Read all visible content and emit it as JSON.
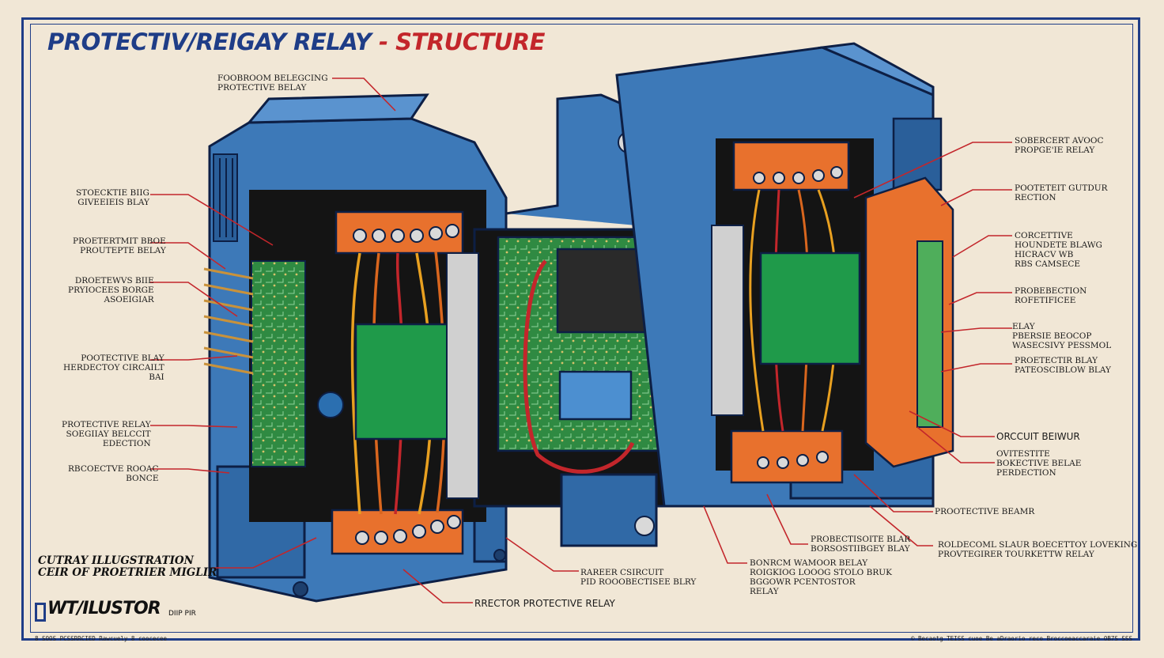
{
  "title": {
    "main": "PROTECTIV/REIGAY RELAY",
    "sep": " - ",
    "sub": "STRUCTURE"
  },
  "labels_left": [
    {
      "id": "l1",
      "text": "FOOBROOM BELEGCING\nPROTECTIVE BELAY"
    },
    {
      "id": "l2",
      "text": "STOECKTIE BIIG\nGIVEEIEIS BLAY"
    },
    {
      "id": "l3",
      "text": "PROETERTMIT BBOE\nPROUTEPTE BELAY"
    },
    {
      "id": "l4",
      "text": "DROETEWVS BIIE\nPRYIOCEES BORGE\nASOEIGIAR"
    },
    {
      "id": "l5",
      "text": "POOTECTIVE BLAY\nHERDECTOY CIRCAILT\nBAI"
    },
    {
      "id": "l6",
      "text": "PROTECTIVE RELAY\nSOEGIIAY BELCCIT\nEDECTION"
    },
    {
      "id": "l7",
      "text": "RBCOECTVE ROOAC\nBONCE"
    }
  ],
  "labels_right": [
    {
      "id": "r1",
      "text": "SOBERCERT AVOOC\nPROPGE'IE RELAY"
    },
    {
      "id": "r2",
      "text": "POOTETEIT GUTDUR\nRECTION"
    },
    {
      "id": "r3",
      "text": "CORCETTIVE\nHOUNDETE BLAWG\nHICRACV WB\nRBS CAMSECE"
    },
    {
      "id": "r4",
      "text": "PROBEBECTION\nROFETIFICEE"
    },
    {
      "id": "r5",
      "text": "ELAY\nPBERSIE BEOCOP\nWASECSIVY PESSMOL"
    },
    {
      "id": "r6",
      "text": "PROETECTIR BLAY\nPATEOSCIBLOW BLAY"
    },
    {
      "id": "r7",
      "text": "ORCCUIT BEIWUR"
    },
    {
      "id": "r8",
      "text": "OVITESTITE\nBOKECTIVE BELAE\nPERDECTION"
    },
    {
      "id": "r9",
      "text": "PROOTECTIVE BEAMR"
    },
    {
      "id": "r10",
      "text": "ROLDECOML SLAUR BOECETTOY LOVEKING\nPROVTEGIRER TOURKETTW RELAY"
    }
  ],
  "labels_bottom": [
    {
      "id": "b1",
      "text": "PROBECTISOITE BLAR\nBORSOSTIIBGEY BLAY"
    },
    {
      "id": "b2",
      "text": "BONRCM WAMOOR BELAY\nROIGKIOG LOOOG stolo BRUK\nBGGOWR PCENTOSTOR\nRELAY"
    },
    {
      "id": "b3",
      "text": "RAREER CSIRCUIT\nPID ROOOBECTISEE BLRY"
    },
    {
      "id": "b4",
      "text": "RRECTOR PROTECTIVE RELAY"
    }
  ],
  "cutaway": "CUTRAY ILLUGSTRATION\nCEIR OF PROETRIER MIGLIR",
  "logo": {
    "text": "WT/ILUSTOR",
    "sub": "DIIP PIR"
  },
  "footer": {
    "left": "8 SOOS PCSSRRCIED Rawcuely 8 coocecee",
    "right": "© Becaotg TEISS cuoe Be aDraorio reco Broccoeaccaraie OB7S SSS"
  },
  "colors": {
    "frame": "#1f3d87",
    "title_blue": "#1f3d87",
    "title_red": "#c3262b",
    "leader": "#c3262b",
    "housing": "#3d79b8",
    "terminal": "#e8712d",
    "relay_green": "#1f9a4a",
    "capacitor": "#f0d32a",
    "pcb": "#2f8a42",
    "background": "#f1e7d6"
  }
}
